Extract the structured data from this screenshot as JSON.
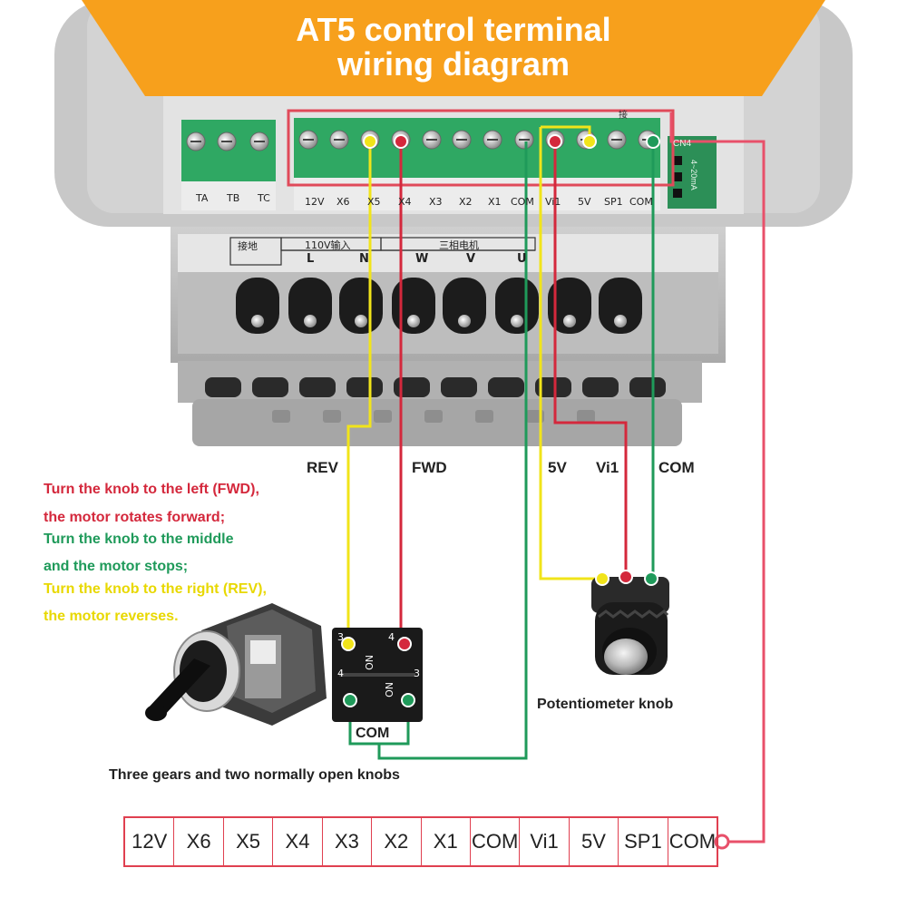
{
  "title": {
    "line1": "AT5 control terminal",
    "line2": "wiring diagram"
  },
  "colors": {
    "banner": "#f7a01c",
    "red_wire": "#d4283c",
    "yellow_wire": "#f1e41a",
    "green_wire": "#1f9a5a",
    "pink_wire": "#e8506a",
    "terminal_green": "#2fa863"
  },
  "wire_labels": {
    "rev": "REV",
    "fwd": "FWD",
    "v5": "5V",
    "vi1": "Vi1",
    "com": "COM"
  },
  "instructions": {
    "line1": "Turn the knob to the left (FWD),",
    "line2": "the motor rotates forward;",
    "line3": "Turn the knob to the middle",
    "line4": "and the motor stops;",
    "line5": "Turn the knob to the right (REV),",
    "line6": "the motor reverses."
  },
  "captions": {
    "potentiometer": "Potentiometer knob",
    "switch": "Three gears and two normally open knobs",
    "com_box": "COM"
  },
  "device_terminals": [
    "12V",
    "X6",
    "X5",
    "X4",
    "X3",
    "X2",
    "X1",
    "COM",
    "Vi1",
    "5V",
    "SP1",
    "COM"
  ],
  "relay_terminals": [
    "TA",
    "TB",
    "TC"
  ],
  "power_block": {
    "ground": "接地",
    "input": "110V输入",
    "motor": "三相电机",
    "letters": [
      "L",
      "N",
      "W",
      "V",
      "U"
    ]
  },
  "contact_block": {
    "top_left_num": "3",
    "top_right_num": "4",
    "no_upper": "NO",
    "no_lower": "NO",
    "bottom_left_num": "4",
    "bottom_right_num": "3"
  },
  "pcb": {
    "side_label": "接",
    "jumper_label": "CN4",
    "range_label": "4~20mA"
  },
  "bottom_terminals": [
    "12V",
    "X6",
    "X5",
    "X4",
    "X3",
    "X2",
    "X1",
    "COM",
    "Vi1",
    "5V",
    "SP1",
    "COM"
  ]
}
